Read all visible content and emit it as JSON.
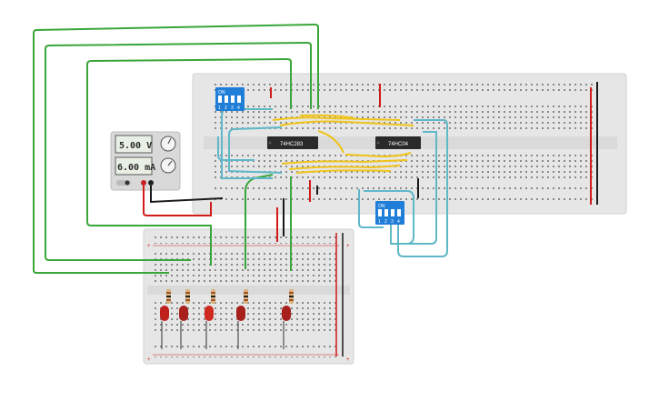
{
  "power_supply": {
    "voltage_display": "5.00 V",
    "current_display": "6.00 mA"
  },
  "chips": [
    {
      "label": "74HC283"
    },
    {
      "label": "74HC04"
    }
  ],
  "dip_switches": [
    {
      "on_label": "ON",
      "pins": [
        "1",
        "2",
        "3",
        "4"
      ]
    },
    {
      "on_label": "ON",
      "pins": [
        "1",
        "2",
        "3",
        "4"
      ]
    }
  ],
  "rail_signs": {
    "plus": "+",
    "minus": "-"
  },
  "colors": {
    "wire_green": "#3aa63a",
    "wire_yellow": "#f0c419",
    "wire_teal": "#5fb8c8",
    "wire_red": "#d11a1a",
    "wire_black": "#1a1a1a",
    "breadboard": "#e6e6e6",
    "dip_blue": "#1f7ed8",
    "chip": "#2a2a2a",
    "led_red": "#c0201c"
  },
  "leds": {
    "count": 5,
    "color": "red"
  }
}
